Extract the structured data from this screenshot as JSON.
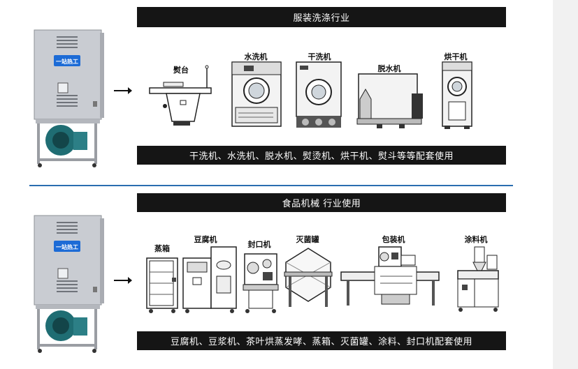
{
  "section1": {
    "title": "服装洗涤行业",
    "caption": "干洗机、水洗机、脱水机、熨烫机、烘干机、熨斗等等配套使用",
    "machines": [
      "熨台",
      "水洗机",
      "干洗机",
      "脱水机",
      "烘干机"
    ]
  },
  "section2": {
    "title": "食品机械 行业使用",
    "caption": "豆腐机、豆浆机、茶叶烘蒸发哮、蒸箱、灭菌罐、涂料、封口机配套使用",
    "machines": [
      "蒸箱",
      "豆腐机",
      "封口机",
      "灭菌罐",
      "包装机",
      "涂料机"
    ]
  },
  "heater": {
    "badge": "一站热工"
  },
  "colors": {
    "banner": "#151515",
    "divider": "#2a6db0",
    "heater_body": "#c9ccd2",
    "badge": "#1c6bd6"
  }
}
